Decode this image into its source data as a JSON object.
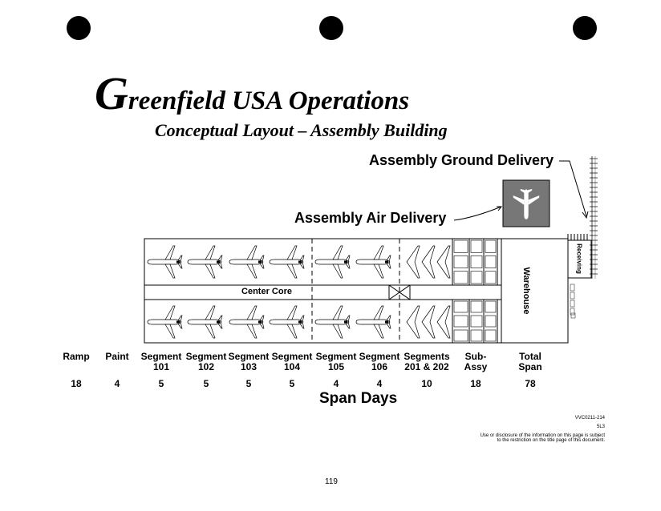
{
  "title": {
    "initial": "G",
    "rest": "reenfield USA Operations",
    "subtitle": "Conceptual Layout – Assembly Building"
  },
  "callouts": {
    "ground": "Assembly Ground Delivery",
    "air": "Assembly Air Delivery"
  },
  "building": {
    "center_core": "Center Core",
    "warehouse": "Warehouse",
    "receiving": "Receiving"
  },
  "columns": [
    {
      "label": "Ramp",
      "value": "18"
    },
    {
      "label": "Paint",
      "value": "4"
    },
    {
      "label": "Segment\n101",
      "value": "5"
    },
    {
      "label": "Segment\n102",
      "value": "5"
    },
    {
      "label": "Segment\n103",
      "value": "5"
    },
    {
      "label": "Segment\n104",
      "value": "5"
    },
    {
      "label": "Segment\n105",
      "value": "4"
    },
    {
      "label": "Segment\n106",
      "value": "4"
    },
    {
      "label": "Segments\n201 & 202",
      "value": "10"
    },
    {
      "label": "Sub-\nAssy",
      "value": "18"
    },
    {
      "label": "Total\nSpan",
      "value": "78"
    }
  ],
  "span_days": "Span Days",
  "footer": {
    "doc_id": "VVC0211-214",
    "code": "5L3",
    "notice_1": "Use or disclosure of the information on this page is subject",
    "notice_2": "to the restriction on the title page of this document.",
    "page_number": "119"
  }
}
